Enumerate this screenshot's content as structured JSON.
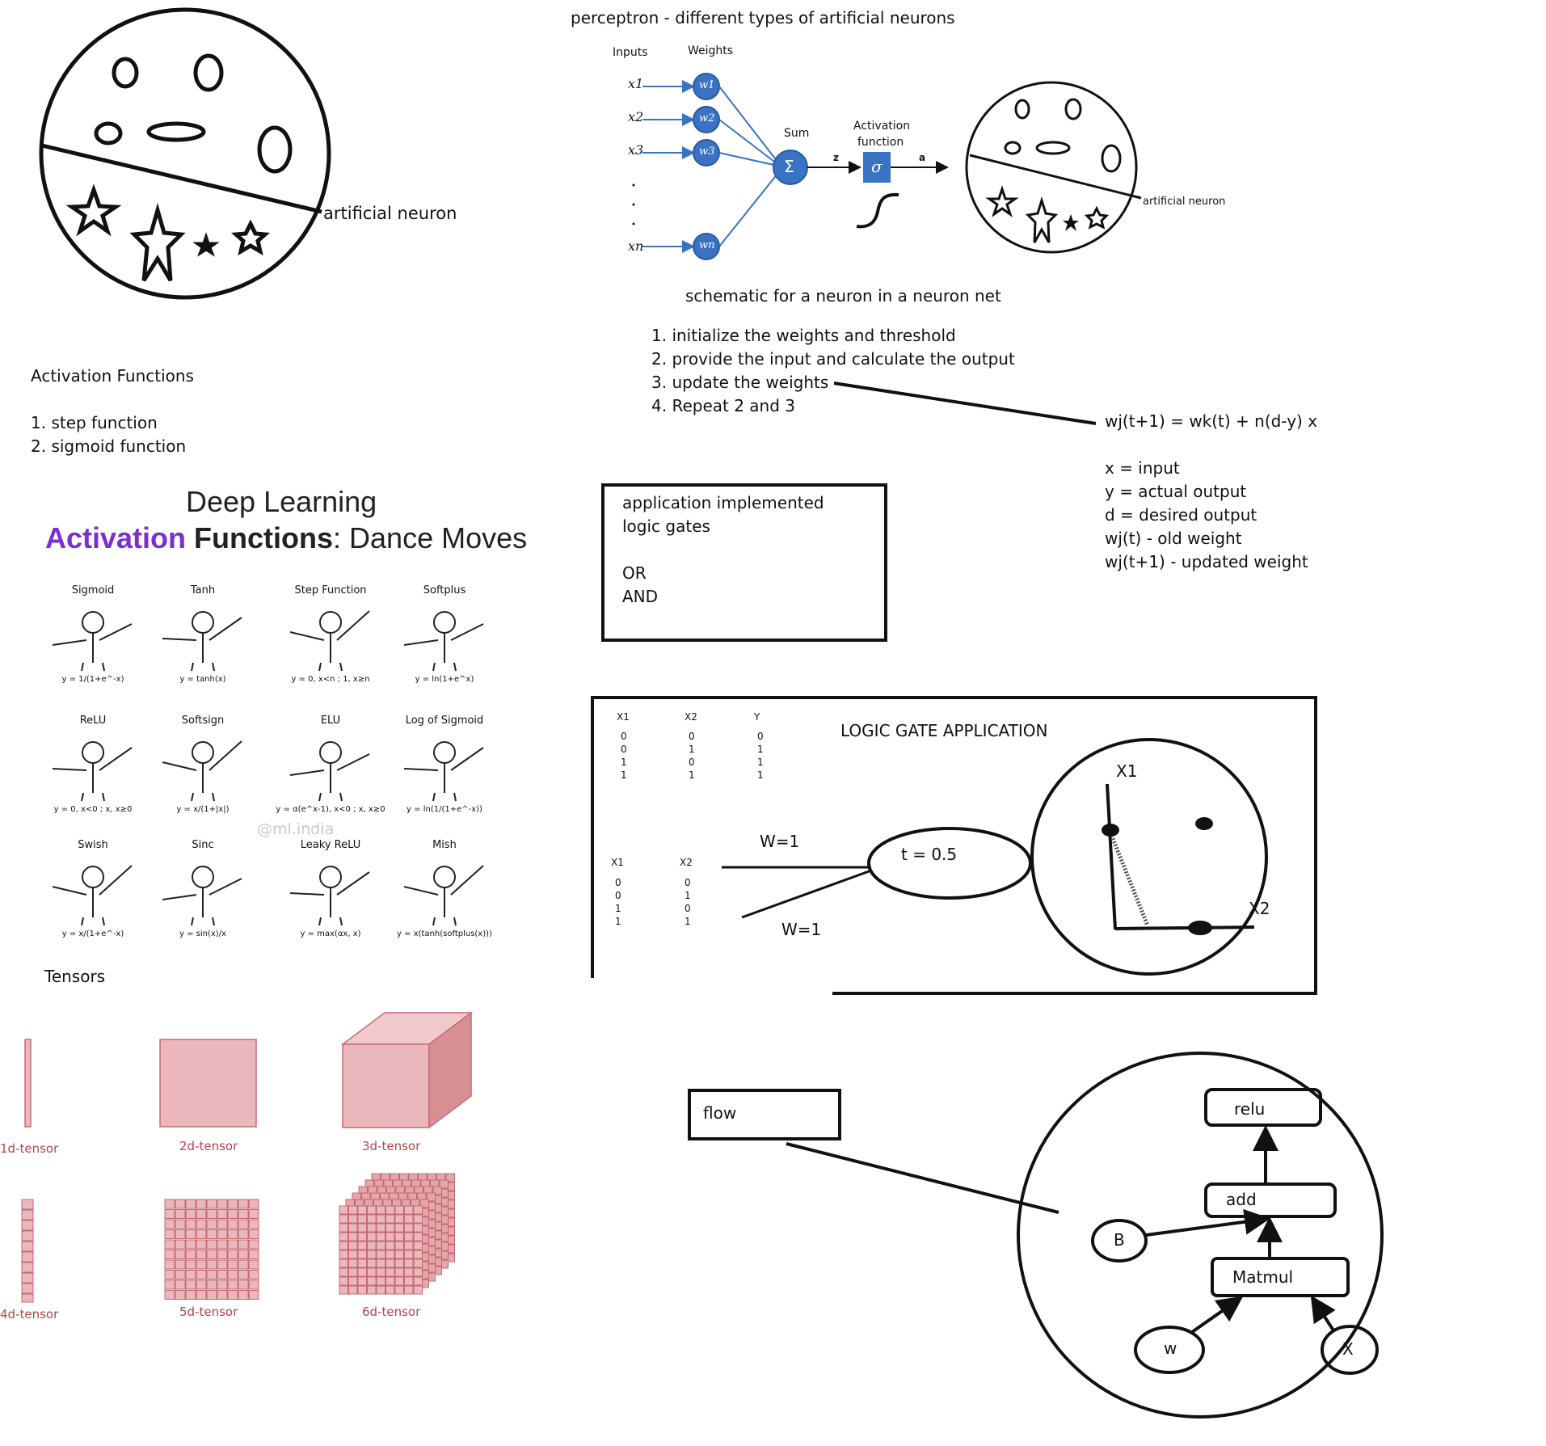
{
  "left_neuron": {
    "label": "artificial neuron"
  },
  "perceptron": {
    "title": "perceptron - different types of artificial neurons",
    "inputs_header": "Inputs",
    "weights_header": "Weights",
    "inputs": [
      "x1",
      "x2",
      "x3",
      "xn"
    ],
    "weights": [
      "w1",
      "w2",
      "w3",
      "wn"
    ],
    "sum_label": "Sum",
    "sum_symbol": "Σ",
    "z_label": "z",
    "activation_label_1": "Activation",
    "activation_label_2": "function",
    "sigma_symbol": "σ",
    "a_label": "a",
    "small_neuron_label": "artificial neuron",
    "caption": "schematic for a neuron in a neuron net"
  },
  "steps": [
    "1. initialize the weights and threshold",
    "2. provide the input and calculate the output",
    "3. update the weights",
    "4. Repeat 2 and 3"
  ],
  "update_rule": {
    "formula": "wj(t+1) = wk(t) + n(d-y) x",
    "legend": [
      "x = input",
      "y = actual output",
      "d = desired output",
      "wj(t) - old weight",
      "wj(t+1) - updated weight"
    ]
  },
  "activation_functions": {
    "heading": "Activation Functions",
    "items": [
      "1. step function",
      "2. sigmoid function"
    ]
  },
  "dance": {
    "title": "Deep Learning",
    "sub_1": "Activation",
    "sub_2": "Functions",
    "sub_3": ": Dance Moves",
    "watermark": "@ml.india",
    "cells": [
      {
        "name": "Sigmoid",
        "formula": "y = 1/(1+e^-x)"
      },
      {
        "name": "Tanh",
        "formula": "y = tanh(x)"
      },
      {
        "name": "Step Function",
        "formula": "y = 0, x<n ; 1, x≥n"
      },
      {
        "name": "Softplus",
        "formula": "y = ln(1+e^x)"
      },
      {
        "name": "ReLU",
        "formula": "y = 0, x<0 ; x, x≥0"
      },
      {
        "name": "Softsign",
        "formula": "y = x/(1+|x|)"
      },
      {
        "name": "ELU",
        "formula": "y = α(e^x-1), x<0 ; x, x≥0"
      },
      {
        "name": "Log of Sigmoid",
        "formula": "y = ln(1/(1+e^-x))"
      },
      {
        "name": "Swish",
        "formula": "y = x/(1+e^-x)"
      },
      {
        "name": "Sinc",
        "formula": "y = sin(x)/x"
      },
      {
        "name": "Leaky ReLU",
        "formula": "y = max(αx, x)"
      },
      {
        "name": "Mish",
        "formula": "y = x(tanh(softplus(x)))"
      }
    ]
  },
  "tensors": {
    "heading": "Tensors",
    "labels": [
      "1d-tensor",
      "2d-tensor",
      "3d-tensor",
      "4d-tensor",
      "5d-tensor",
      "6d-tensor"
    ]
  },
  "logic_box": {
    "lines": [
      "application implemented",
      "logic gates",
      "",
      "OR",
      "AND"
    ]
  },
  "logic_gate": {
    "title": "LOGIC GATE APPLICATION",
    "table1": {
      "headers": [
        "X1",
        "X2",
        "Y"
      ],
      "cols": [
        [
          "0",
          "0",
          "1",
          "1"
        ],
        [
          "0",
          "1",
          "0",
          "1"
        ],
        [
          "0",
          "1",
          "1",
          "1"
        ]
      ]
    },
    "table2": {
      "headers": [
        "X1",
        "X2"
      ],
      "cols": [
        [
          "0",
          "0",
          "1",
          "1"
        ],
        [
          "0",
          "1",
          "0",
          "1"
        ]
      ]
    },
    "w_top": "W=1",
    "w_bottom": "W=1",
    "threshold": "t = 0.5",
    "plot_x1": "X1",
    "plot_x2": "X2"
  },
  "flow": {
    "label": "flow",
    "nodes": {
      "relu": "relu",
      "add": "add",
      "b": "B",
      "matmul": "Matmul",
      "w": "w",
      "x": "X"
    }
  }
}
